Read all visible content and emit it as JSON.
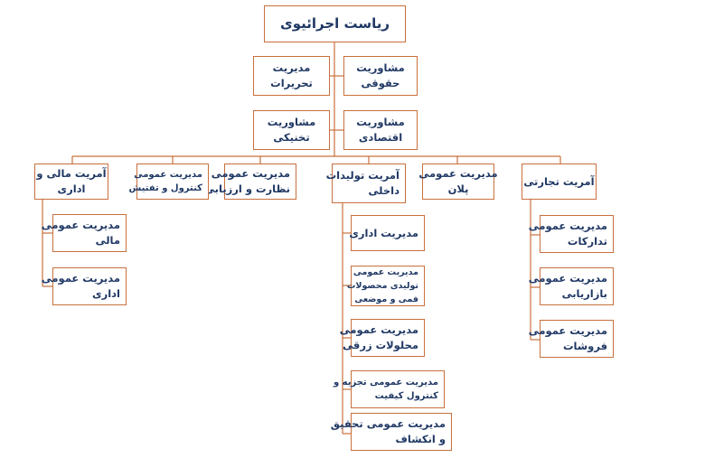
{
  "chart": {
    "root": {
      "lines": [
        "ریاست اجرائیوی"
      ]
    },
    "advisors": {
      "legal": {
        "lines": [
          "مشاوریت",
          "حقوقی"
        ]
      },
      "editorial": {
        "lines": [
          "مدیریت",
          "تحریرات"
        ]
      },
      "economic": {
        "lines": [
          "مشاوریت",
          "اقتصادی"
        ]
      },
      "technical": {
        "lines": [
          "مشاوریت",
          "تخنیکی"
        ]
      }
    },
    "departments": {
      "commercial": {
        "lines": [
          "آمریت تجارتی"
        ]
      },
      "plan": {
        "lines": [
          "مدیریت عمومی",
          "پلان"
        ]
      },
      "production": {
        "lines": [
          "آمریت تولیدات",
          "داخلی"
        ]
      },
      "supervision": {
        "lines": [
          "مدیریت عمومی",
          "نظارت و ارزیابی"
        ]
      },
      "control": {
        "lines": [
          "مدیریت عمومی",
          "کنترول و تفتیش"
        ]
      },
      "finance": {
        "lines": [
          "آمریت مالی و",
          "اداری"
        ]
      }
    },
    "commercial_units": {
      "logistics": {
        "lines": [
          "مدیریت عمومی",
          "تدارکات"
        ]
      },
      "marketing": {
        "lines": [
          "مدیریت عمومی",
          "بازاریابی"
        ]
      },
      "sales": {
        "lines": [
          "مدیریت عمومی",
          "فروشات"
        ]
      }
    },
    "production_units": {
      "admin": {
        "lines": [
          "مدیریت اداری"
        ]
      },
      "mining": {
        "lines": [
          "مدیریت عمومی",
          "تولیدی محصولات",
          "فمی و موضعی"
        ]
      },
      "injection": {
        "lines": [
          "مدیریت عمومی",
          "محلولات زرقی"
        ]
      },
      "quality": {
        "lines": [
          "مدیریت عمومی تجزیه و",
          "کنترول کیفیت"
        ]
      },
      "research": {
        "lines": [
          "مدیریت عمومی تحقیق",
          "و انکشاف"
        ]
      }
    },
    "finance_units": {
      "financial": {
        "lines": [
          "مدیریت عمومی",
          "مالی"
        ]
      },
      "administrative": {
        "lines": [
          "مدیریت عمومی",
          "اداری"
        ]
      }
    },
    "colors": {
      "border": "#c8703c",
      "line": "#c8703c",
      "text": "#1f3864"
    }
  }
}
